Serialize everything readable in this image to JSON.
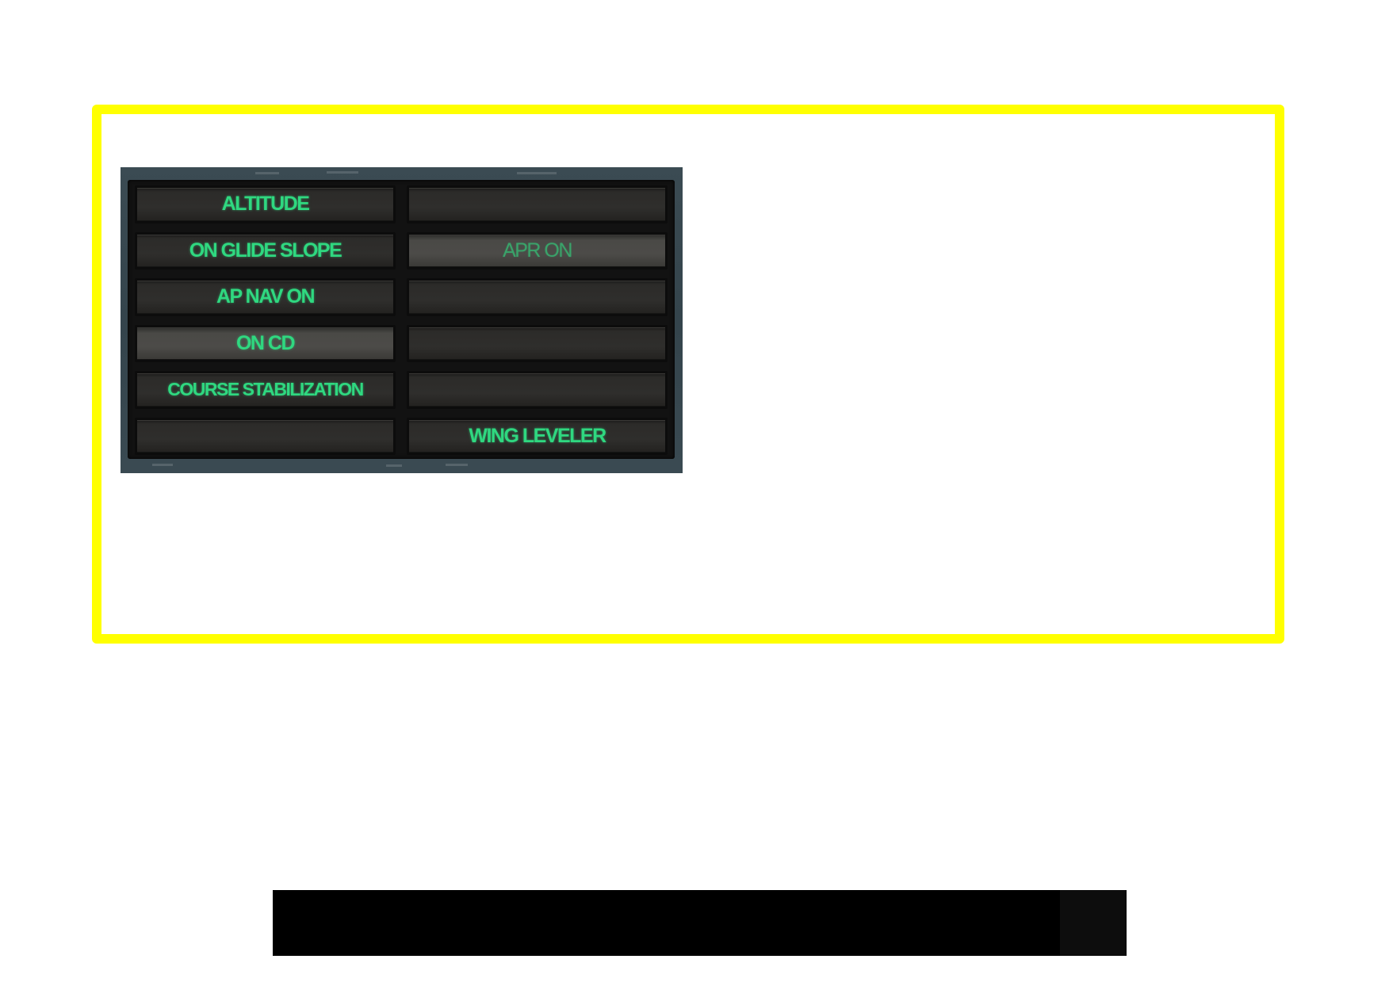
{
  "panel": {
    "cells": [
      {
        "label": "ALTITUDE",
        "lit": false,
        "dim": false
      },
      {
        "label": "",
        "lit": false,
        "dim": false
      },
      {
        "label": "ON GLIDE SLOPE",
        "lit": false,
        "dim": false
      },
      {
        "label": "APR ON",
        "lit": true,
        "dim": true
      },
      {
        "label": "AP NAV ON",
        "lit": false,
        "dim": false
      },
      {
        "label": "",
        "lit": false,
        "dim": false
      },
      {
        "label": "ON CD",
        "lit": true,
        "dim": false
      },
      {
        "label": "",
        "lit": false,
        "dim": false
      },
      {
        "label": "COURSE STABILIZATION",
        "lit": false,
        "dim": false
      },
      {
        "label": "",
        "lit": false,
        "dim": false
      },
      {
        "label": "",
        "lit": false,
        "dim": false
      },
      {
        "label": "WING LEVELER",
        "lit": false,
        "dim": false
      }
    ]
  },
  "colors": {
    "highlight_frame": "#ffff00",
    "annunciator_text": "#2fd880",
    "panel_body": "#3b4b53",
    "caption_bar": "#000000"
  }
}
